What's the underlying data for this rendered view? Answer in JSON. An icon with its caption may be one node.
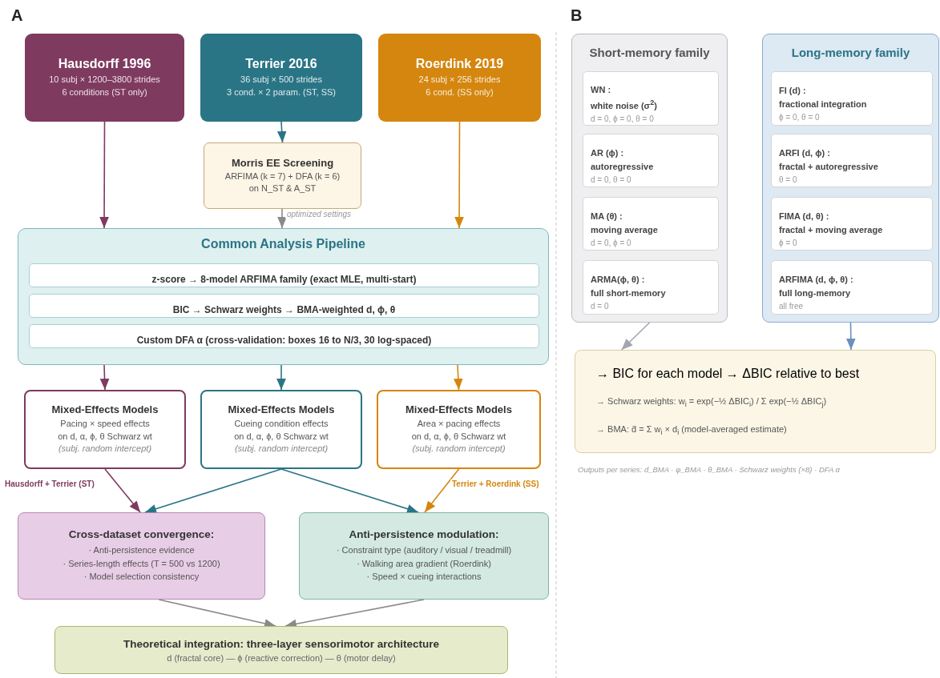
{
  "diagram": {
    "nodes": [
      {
        "text": [
          "Hausdorff 1996",
          "10 subj × 1200–3800 strides",
          "6 conditions  (ST only)"
        ]
      },
      {
        "text": [
          "Terrier 2016",
          "36 subj × 500 strides",
          "3 cond. × 2 param. (ST, SS)"
        ]
      },
      {
        "text": [
          "Roerdink 2019",
          "24 subj × 256 strides",
          "6 cond.  (SS only)"
        ]
      },
      {
        "text": [
          "Morris EE Screening",
          "ARFIMA (k = 7) + DFA (k = 6)",
          "on N_ST & A_ST"
        ]
      },
      {
        "text": [
          "Common Analysis Pipeline"
        ]
      },
      {
        "text": [
          "z-score → 8-model ARFIMA family  (exact MLE, multi-start)"
        ],
        "in": 4
      },
      {
        "text": [
          "BIC → Schwarz weights → BMA-weighted d, ϕ, θ"
        ],
        "in": 4
      },
      {
        "text": [
          "Custom DFA α  (cross-validation: boxes 16 to N/3, 30 log-spaced)"
        ],
        "in": 4
      },
      {
        "text": [
          "Mixed-Effects Models",
          "Pacing × speed effects",
          "on d, α, ϕ, θ Schwarz wt",
          "(subj. random intercept)"
        ]
      },
      {
        "text": [
          "Mixed-Effects Models",
          "Cueing condition effects",
          "on d, α, ϕ, θ Schwarz wt",
          "(subj. random intercept)"
        ]
      },
      {
        "text": [
          "Mixed-Effects Models",
          "Area × pacing effects",
          "on d, α, ϕ, θ Schwarz wt",
          "(subj. random intercept)"
        ]
      },
      {
        "text": [
          "Cross-dataset convergence:",
          "· Anti-persistence evidence",
          "· Series-length effects (T = 500 vs 1200)",
          "· Model selection consistency"
        ]
      },
      {
        "text": [
          "Anti-persistence modulation:",
          "· Constraint type (auditory / visual / treadmill)",
          "· Walking area gradient (Roerdink)",
          "· Speed × cueing interactions"
        ]
      },
      {
        "text": [
          "Theoretical integration: three-layer sensorimotor architecture",
          "d (fractal core)  —  ϕ (reactive correction)  —  θ (motor delay)"
        ]
      },
      {
        "text": [
          "Short-memory family"
        ]
      },
      {
        "text": [
          "WN :",
          "white noise (σ$^{2}$)",
          "d = 0,  ϕ = 0,  θ = 0"
        ],
        "in": 14
      },
      {
        "text": [
          "AR (ϕ) :",
          "autoregressive",
          "d = 0,  θ = 0"
        ],
        "in": 14
      },
      {
        "text": [
          "MA (θ) :",
          "moving average",
          "d = 0,  ϕ = 0"
        ],
        "in": 14
      },
      {
        "text": [
          "ARMA(ϕ, θ) :",
          "full short-memory",
          "d = 0"
        ],
        "in": 14
      },
      {
        "text": [
          "Long-memory family"
        ]
      },
      {
        "text": [
          "FI (d) :",
          "fractional integration",
          "ϕ = 0,  θ = 0"
        ],
        "in": 19
      },
      {
        "text": [
          "ARFI (d, ϕ) :",
          "fractal + autoregressive",
          "θ = 0"
        ],
        "in": 19
      },
      {
        "text": [
          "FIMA (d, θ) :",
          "fractal + moving average",
          "ϕ = 0"
        ],
        "in": 19
      },
      {
        "text": [
          "ARFIMA (d, ϕ, θ) :",
          "full long-memory",
          "all free"
        ],
        "in": 19
      },
      {
        "text": [
          "→  BIC for each model  →  ΔBIC relative to best",
          "→  Schwarz weights:  w$_{i}$ = exp(−½ ΔBIC$_{i}$) / Σ exp(−½ ΔBIC$_{j}$)",
          "→  BMA:  d̄ = Σ w$_{i}$ × d$_{i}$  (model-averaged estimate)"
        ]
      }
    ],
    "edges": [
      {
        "from": 0,
        "to": 4,
        "arrow": "to",
        "color": "#7f3a5f"
      },
      {
        "from": 1,
        "to": 3,
        "arrow": "to",
        "color": "#2a7585"
      },
      {
        "from": 3,
        "to": 4,
        "arrow": "to",
        "label": "optimized settings",
        "color": "#8a8a8a"
      },
      {
        "from": 2,
        "to": 4,
        "arrow": "to",
        "color": "#d4860e"
      },
      {
        "from": 4,
        "to": 8,
        "arrow": "to",
        "color": "#7f3a5f"
      },
      {
        "from": 4,
        "to": 9,
        "arrow": "to",
        "color": "#2a7585"
      },
      {
        "from": 4,
        "to": 10,
        "arrow": "to",
        "color": "#d4860e"
      },
      {
        "from": 8,
        "to": 11,
        "arrow": "to",
        "label": "Hausdorff + Terrier  (ST)",
        "color": "#7f3a5f"
      },
      {
        "from": 9,
        "to": 11,
        "arrow": "to",
        "color": "#2a7585"
      },
      {
        "from": 9,
        "to": 12,
        "arrow": "to",
        "color": "#2a7585"
      },
      {
        "from": 10,
        "to": 12,
        "arrow": "to",
        "label": "Terrier + Roerdink  (SS)",
        "color": "#d4860e"
      },
      {
        "from": 11,
        "to": 13,
        "arrow": "to",
        "color": "#8a8a8a"
      },
      {
        "from": 12,
        "to": 13,
        "arrow": "to",
        "color": "#8a8a8a"
      },
      {
        "from": 14,
        "to": 24,
        "arrow": "to",
        "color": "#a3a6ad"
      },
      {
        "from": 19,
        "to": 24,
        "arrow": "to",
        "color": "#6a90c0"
      }
    ],
    "labels": [
      "A",
      "B",
      "Outputs per series:  d_BMA  ·  φ_BMA  ·  θ_BMA  ·  Schwarz weights (×8)  ·  DFA α"
    ]
  }
}
